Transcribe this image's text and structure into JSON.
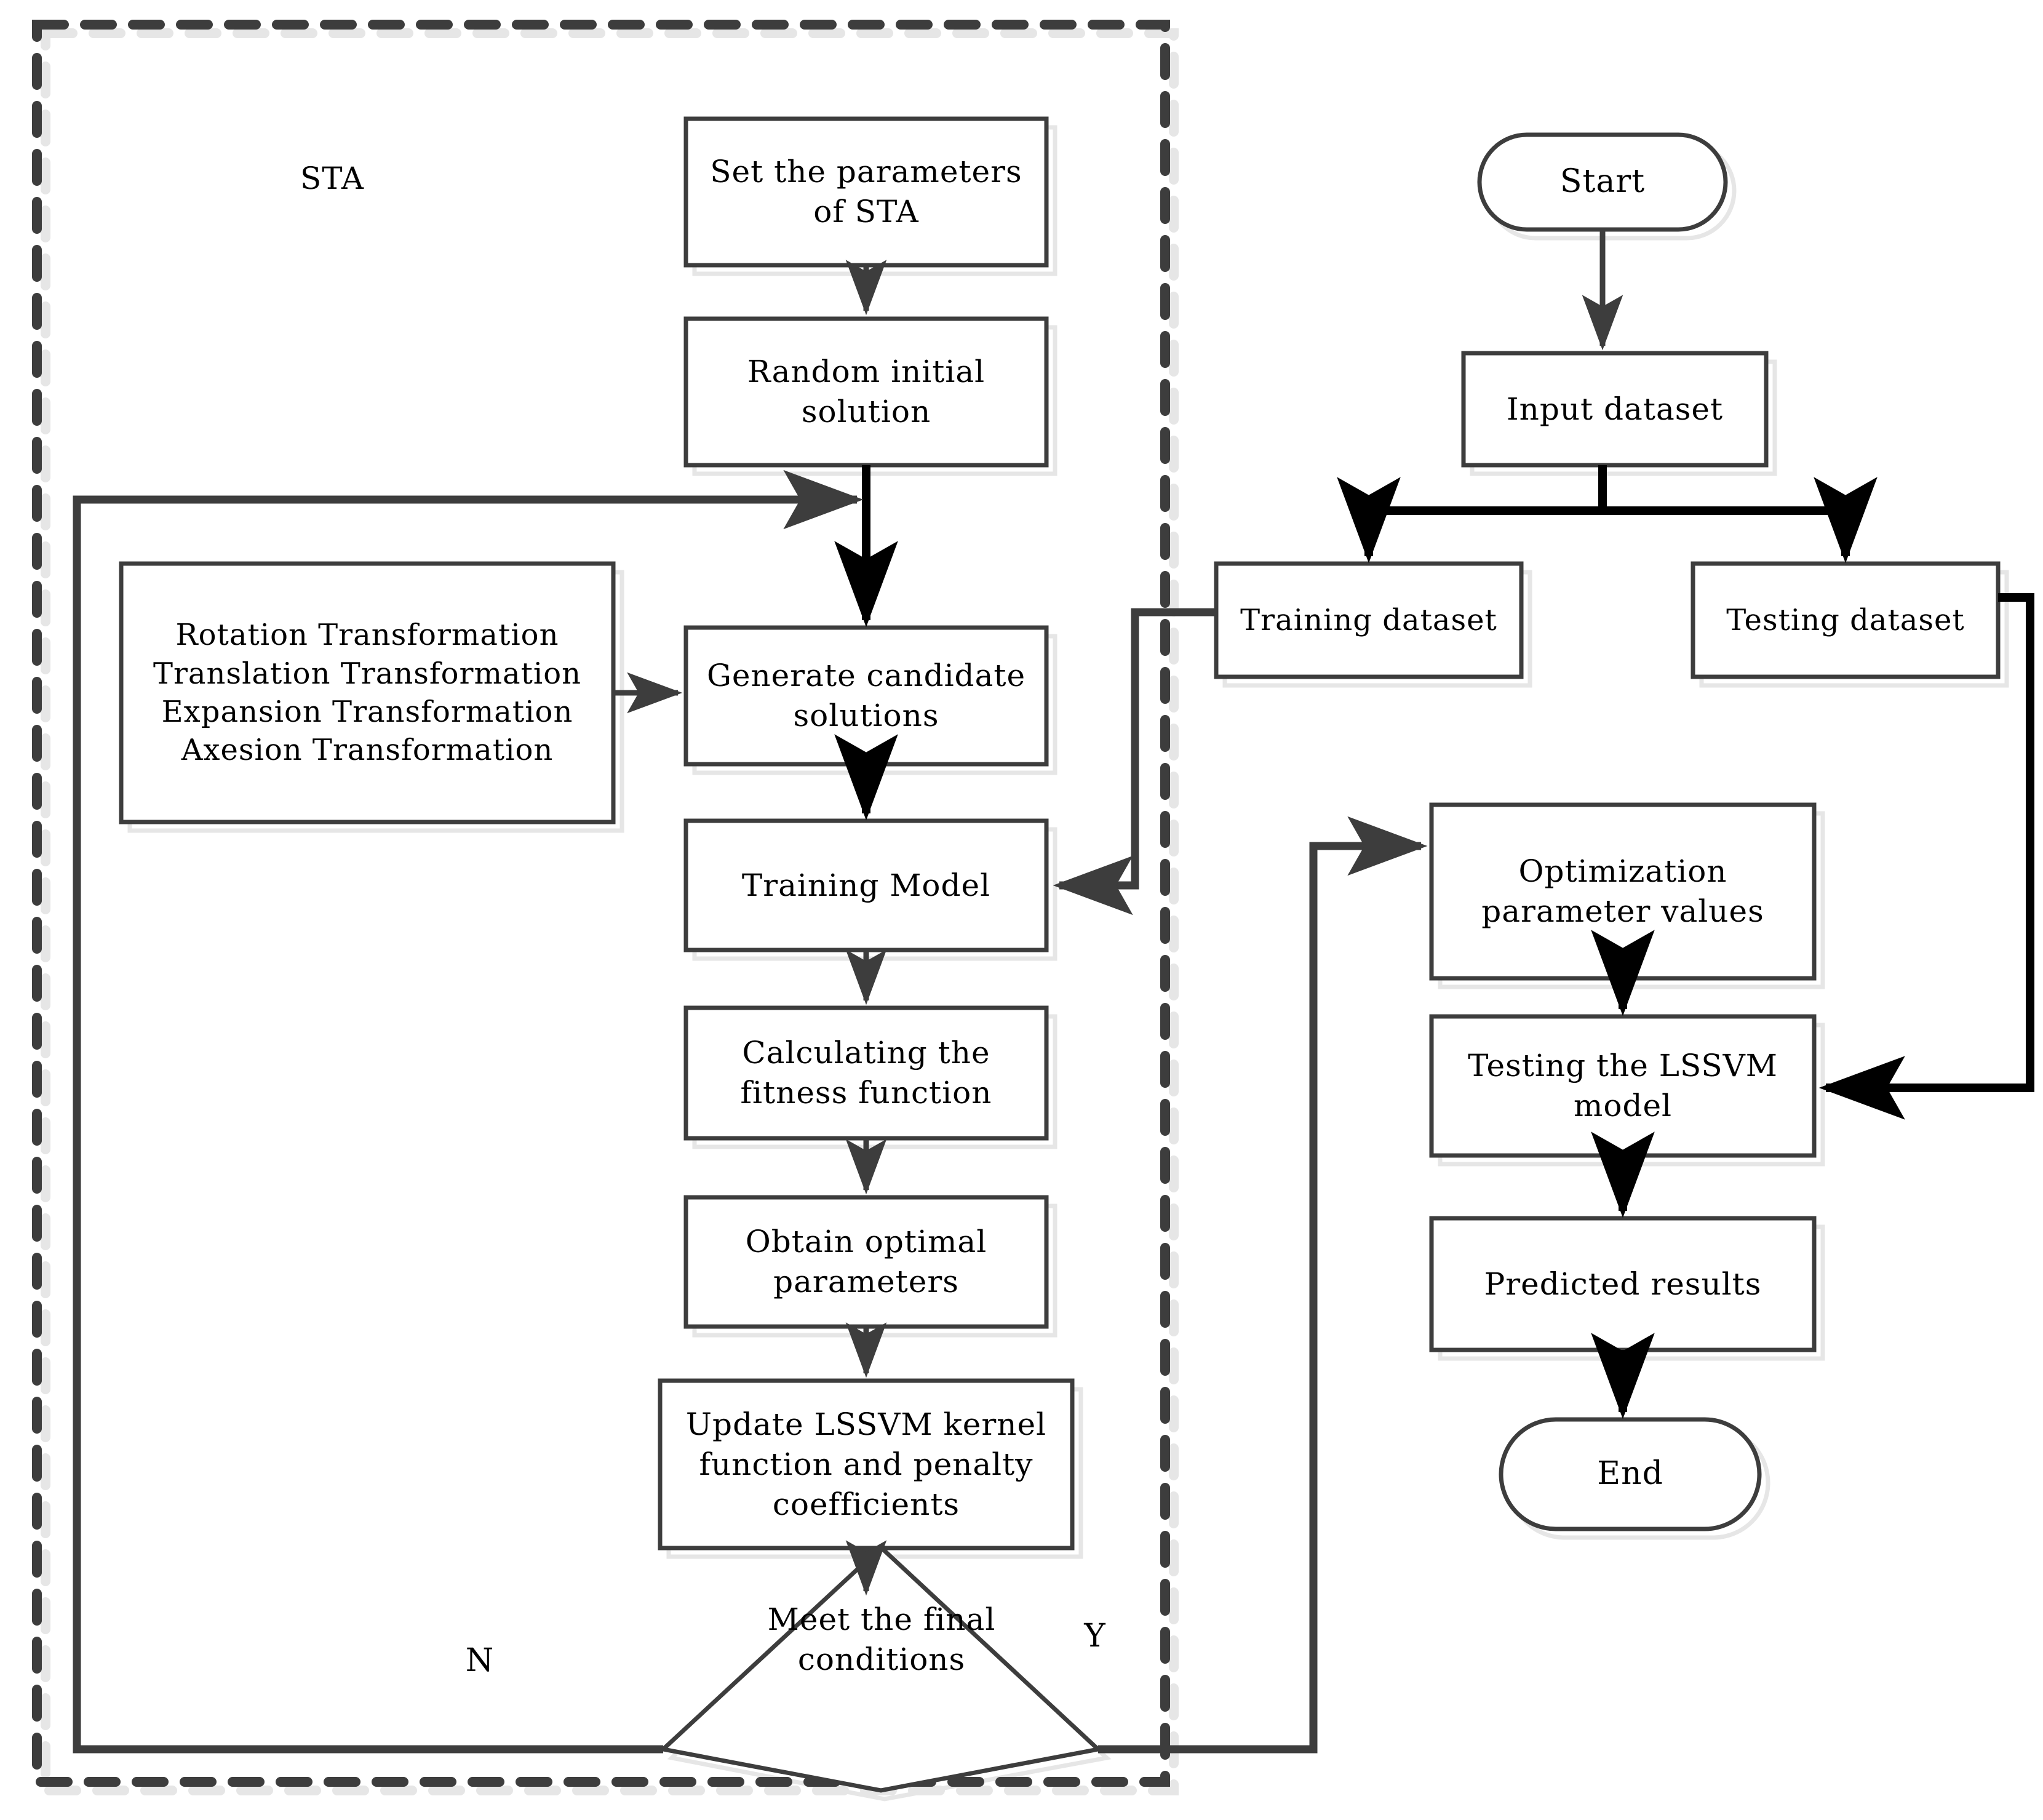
{
  "diagram": {
    "title": "STA-LSSVM prediction model flowchart",
    "group_label": "STA",
    "colors": {
      "stroke": "#3d3d3d",
      "stroke_dark": "#000000",
      "shadow": "#e6e6e6",
      "background": "#ffffff",
      "text": "#000000"
    }
  },
  "nodes": {
    "set_parameters": {
      "label": "Set the parameters\nof STA",
      "shape": "process"
    },
    "random_initial": {
      "label": "Random initial\nsolution",
      "shape": "process"
    },
    "transformations": {
      "label": "Rotation Transformation\nTranslation Transformation\nExpansion Transformation\nAxesion Transformation",
      "shape": "process"
    },
    "generate_candidate": {
      "label": "Generate candidate\nsolutions",
      "shape": "process"
    },
    "training_model": {
      "label": "Training Model",
      "shape": "process"
    },
    "calculating_fitness": {
      "label": "Calculating the\nfitness function",
      "shape": "process"
    },
    "obtain_optimal": {
      "label": "Obtain optimal\nparameters",
      "shape": "process"
    },
    "update_lssvm": {
      "label": "Update LSSVM kernel\nfunction and penalty\ncoefficients",
      "shape": "process"
    },
    "meet_final": {
      "label": "Meet the final\nconditions",
      "shape": "decision"
    },
    "start": {
      "label": "Start",
      "shape": "terminator"
    },
    "input_dataset": {
      "label": "Input dataset",
      "shape": "process"
    },
    "training_dataset": {
      "label": "Training dataset",
      "shape": "process"
    },
    "testing_dataset": {
      "label": "Testing dataset",
      "shape": "process"
    },
    "optimization_values": {
      "label": "Optimization\nparameter values",
      "shape": "process"
    },
    "testing_lssvm": {
      "label": "Testing the LSSVM\nmodel",
      "shape": "process"
    },
    "predicted_results": {
      "label": "Predicted results",
      "shape": "process"
    },
    "end": {
      "label": "End",
      "shape": "terminator"
    }
  },
  "edge_labels": {
    "no": "N",
    "yes": "Y"
  }
}
